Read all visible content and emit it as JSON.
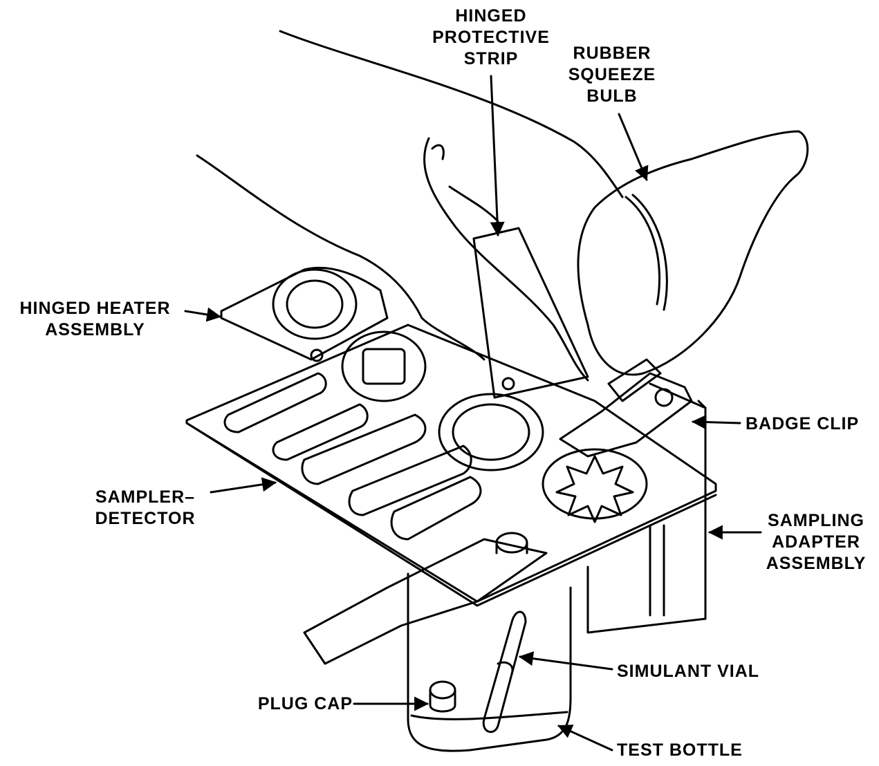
{
  "labels": {
    "hinged_protective_strip": [
      "HINGED",
      "PROTECTIVE",
      "STRIP"
    ],
    "rubber_squeeze_bulb": [
      "RUBBER",
      "SQUEEZE",
      "BULB"
    ],
    "hinged_heater_assembly": [
      "HINGED HEATER",
      "ASSEMBLY"
    ],
    "badge_clip": [
      "BADGE CLIP"
    ],
    "sampler_detector": [
      "SAMPLER–",
      "DETECTOR"
    ],
    "sampling_adapter_assembly": [
      "SAMPLING",
      "ADAPTER",
      "ASSEMBLY"
    ],
    "simulant_vial": [
      "SIMULANT VIAL"
    ],
    "plug_cap": [
      "PLUG CAP"
    ],
    "test_bottle": [
      "TEST BOTTLE"
    ]
  },
  "colors": {
    "ink": "#000000",
    "paper": "#ffffff"
  }
}
